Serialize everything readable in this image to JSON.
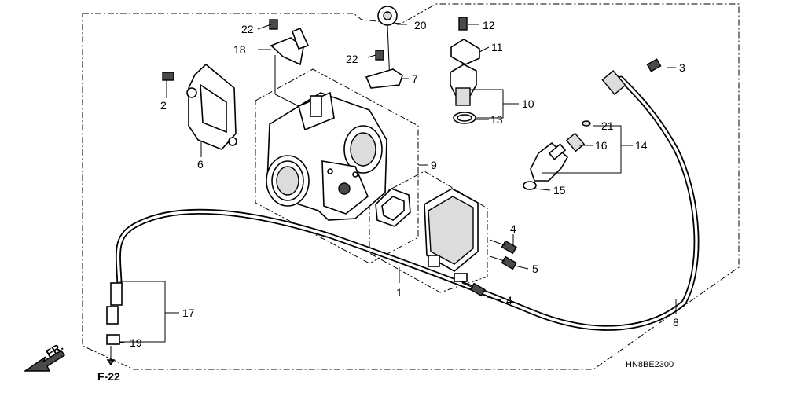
{
  "diagram": {
    "callouts": {
      "p1": "1",
      "p2": "2",
      "p3": "3",
      "p4a": "4",
      "p4b": "4",
      "p5": "5",
      "p6": "6",
      "p7": "7",
      "p8": "8",
      "p9": "9",
      "p10": "10",
      "p11": "11",
      "p12": "12",
      "p13": "13",
      "p14": "14",
      "p15": "15",
      "p16": "16",
      "p17": "17",
      "p18": "18",
      "p19": "19",
      "p20": "20",
      "p21": "21",
      "p22a": "22",
      "p22b": "22"
    },
    "front_marker": "FR.",
    "reference": "F-22",
    "diagram_code": "HN8BE2300"
  }
}
